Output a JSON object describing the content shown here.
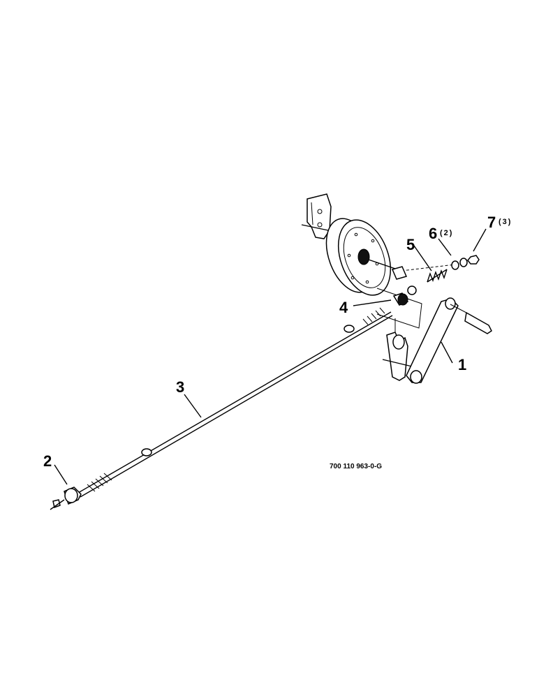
{
  "callouts": [
    {
      "id": "1",
      "qty": ""
    },
    {
      "id": "2",
      "qty": ""
    },
    {
      "id": "3",
      "qty": ""
    },
    {
      "id": "4",
      "qty": ""
    },
    {
      "id": "5",
      "qty": ""
    },
    {
      "id": "6",
      "qty": "(2)"
    },
    {
      "id": "7",
      "qty": "(3)"
    }
  ],
  "drawing_number": "700 110 963-0-G"
}
